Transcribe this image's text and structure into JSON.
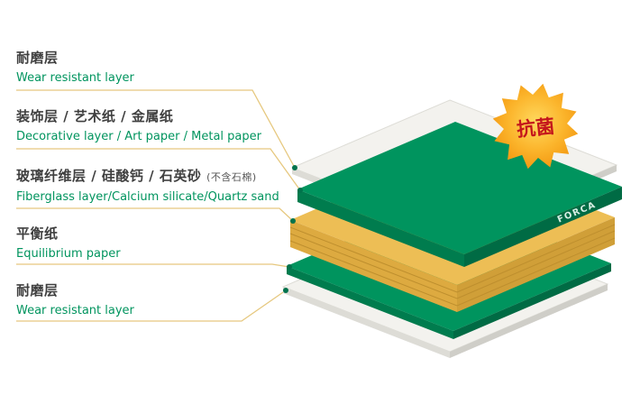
{
  "badge": {
    "text": "抗菌",
    "text_color": "#c4161c",
    "color_outer": "#f2930d",
    "color_inner": "#ffd95e"
  },
  "brand": {
    "text": "FORCA",
    "text_color": "#d8eee3"
  },
  "labels": [
    {
      "cn": "耐磨层",
      "en": "Wear resistant layer"
    },
    {
      "cn": "装饰层 / 艺术纸 / 金属纸",
      "en": "Decorative layer / Art paper / Metal paper"
    },
    {
      "cn": "玻璃纤维层 / 硅酸钙 / 石英砂",
      "note": "(不含石棉)",
      "en": "Fiberglass layer/Calcium silicate/Quartz sand"
    },
    {
      "cn": "平衡纸",
      "en": "Equilibrium paper"
    },
    {
      "cn": "耐磨层",
      "en": "Wear resistant layer"
    }
  ],
  "layers": [
    {
      "name": "wear-resistant-top",
      "color": "#f3f2ee"
    },
    {
      "name": "decorative-layer",
      "color": "#00945e"
    },
    {
      "name": "fiberglass-core",
      "color": "#edbe55"
    },
    {
      "name": "equilibrium-paper",
      "color": "#00945e"
    },
    {
      "name": "wear-resistant-bottom",
      "color": "#f3f2ee"
    }
  ],
  "colors": {
    "label_cn": "#3f3f3f",
    "label_en": "#00945e",
    "connector_line": "#e6c87f",
    "connector_dot": "#00734c",
    "green_dark": "#006b44",
    "yellow_dark": "#d5a53c",
    "white_dark": "#d9d8d2"
  }
}
